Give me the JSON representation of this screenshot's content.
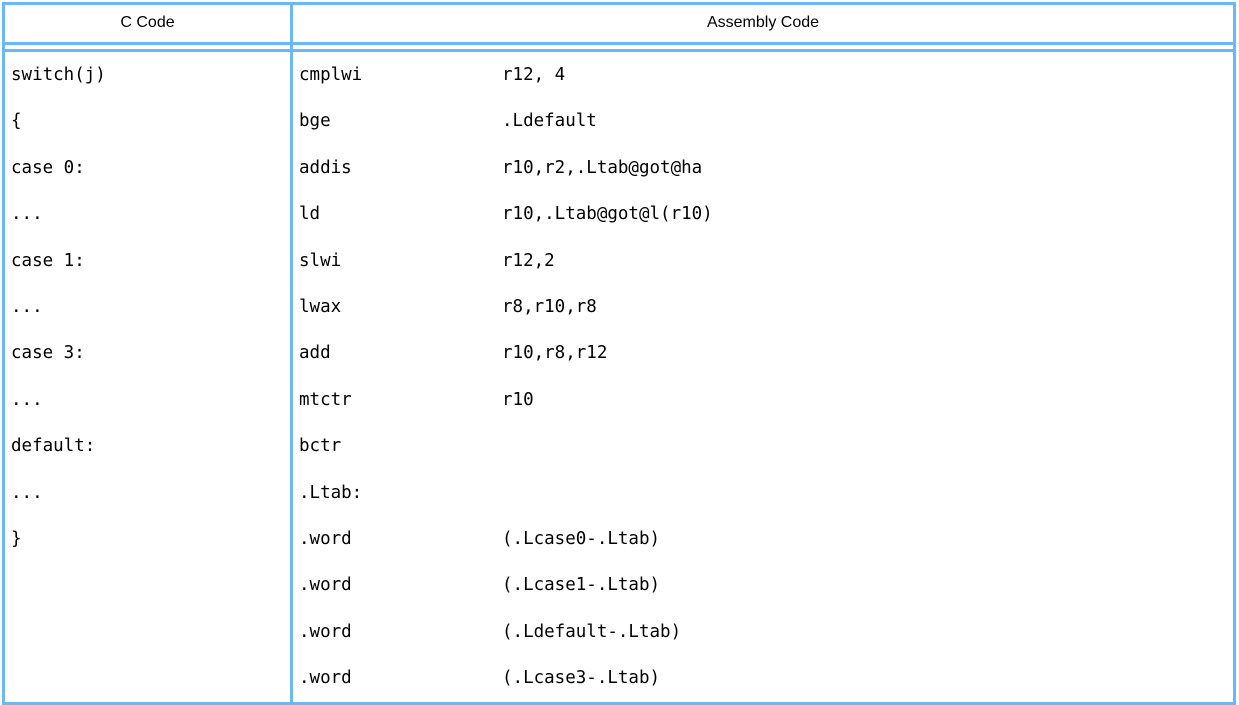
{
  "table": {
    "headers": {
      "c_code": "C Code",
      "assembly_code": "Assembly Code"
    },
    "border_color": "#6ab8f5",
    "text_color": "#000000",
    "background_color": "#ffffff"
  },
  "c_code_lines": [
    "switch(j)",
    "{",
    "case 0:",
    "...",
    "case 1:",
    "...",
    "case 3:",
    "...",
    "default:",
    "...",
    "}"
  ],
  "assembly_lines": [
    {
      "mnemonic": "cmplwi",
      "operands": "r12, 4"
    },
    {
      "mnemonic": "bge",
      "operands": ".Ldefault"
    },
    {
      "mnemonic": "addis",
      "operands": "r10,r2,.Ltab@got@ha"
    },
    {
      "mnemonic": "ld",
      "operands": "r10,.Ltab@got@l(r10)"
    },
    {
      "mnemonic": "slwi",
      "operands": "r12,2"
    },
    {
      "mnemonic": "lwax",
      "operands": "r8,r10,r8"
    },
    {
      "mnemonic": "add",
      "operands": "r10,r8,r12"
    },
    {
      "mnemonic": "mtctr",
      "operands": "r10"
    },
    {
      "mnemonic": "bctr",
      "operands": ""
    },
    {
      "mnemonic": ".Ltab:",
      "operands": ""
    },
    {
      "mnemonic": ".word",
      "operands": "(.Lcase0-.Ltab)"
    },
    {
      "mnemonic": ".word",
      "operands": "(.Lcase1-.Ltab)"
    },
    {
      "mnemonic": ".word",
      "operands": "(.Ldefault-.Ltab)"
    },
    {
      "mnemonic": ".word",
      "operands": "(.Lcase3-.Ltab)"
    }
  ]
}
